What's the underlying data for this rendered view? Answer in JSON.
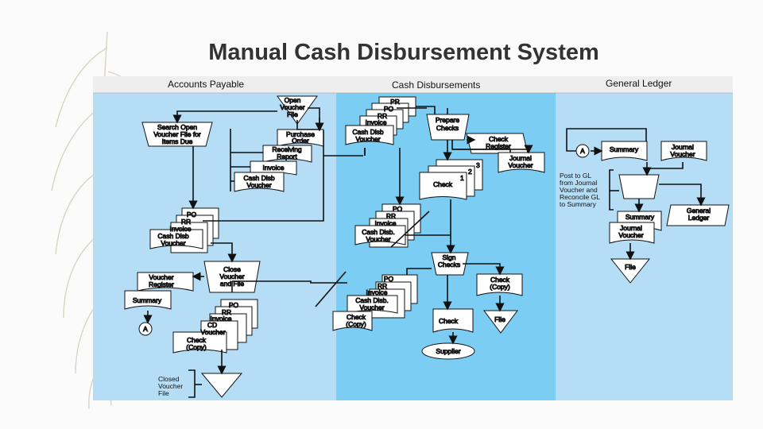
{
  "slide": {
    "title": "Manual Cash Disbursement System",
    "background": "#fbfbfb"
  },
  "flowchart": {
    "colors": {
      "accounts_payable_bg": "#b5def6",
      "cash_disbursements_bg": "#7ccdf4",
      "general_ledger_bg": "#b5def6",
      "header_bg": "#eeeeee",
      "shape_fill": "#ffffff",
      "line": "#111111"
    },
    "lanes": {
      "accounts_payable": "Accounts Payable",
      "cash_disbursements": "Cash Disbursements",
      "general_ledger": "General Ledger"
    },
    "accounts_payable": {
      "open_voucher_file": [
        "Open",
        "Voucher",
        "File"
      ],
      "search_open_voucher": [
        "Search Open",
        "Voucher File for",
        "Items Due"
      ],
      "purchase_order": [
        "Purchase",
        "Order"
      ],
      "receiving_report": [
        "Receiving",
        "Report"
      ],
      "invoice": "Invoice",
      "cash_disb_voucher": [
        "Cash Disb",
        "Voucher"
      ],
      "stack_to_cd": [
        "PO",
        "RR",
        "Invoice",
        "Cash Disb",
        "Voucher"
      ],
      "close_voucher": [
        "Close",
        "Voucher",
        "and File"
      ],
      "voucher_register": [
        "Voucher",
        "Register"
      ],
      "summary": "Summary",
      "connector_a": "A",
      "closed_stack": [
        "PO",
        "RR",
        "Invoice",
        "CD",
        "Voucher"
      ],
      "check_copy": [
        "Check",
        "(Copy)"
      ],
      "closed_voucher_file": [
        "Closed",
        "Voucher",
        "File"
      ]
    },
    "cash_disbursements": {
      "incoming_stack": [
        "PR",
        "PO",
        "RR",
        "Invoice",
        "Cash Disb",
        "Voucher"
      ],
      "prepare_checks": [
        "Prepare",
        "Checks"
      ],
      "check_register": [
        "Check",
        "Register"
      ],
      "journal_voucher": [
        "Journal",
        "Voucher"
      ],
      "check_copies": [
        "3",
        "2",
        "1",
        "Check"
      ],
      "stack_to_sign": [
        "PO",
        "RR",
        "Invoice",
        "Cash Disb.",
        "Voucher"
      ],
      "sign_checks": [
        "Sign",
        "Checks"
      ],
      "stack_returned": [
        "PO",
        "RR",
        "Invoice",
        "Cash Disb.",
        "Voucher"
      ],
      "check_copy_returned": [
        "Check",
        "(Copy)"
      ],
      "check_copy_filed": [
        "Check",
        "(Copy)"
      ],
      "file": "File",
      "check": "Check",
      "supplier": "Supplier"
    },
    "general_ledger": {
      "connector_a": "A",
      "summary": "Summary",
      "journal_voucher": [
        "Journal",
        "Voucher"
      ],
      "post_note": [
        "Post to GL",
        "from Journal",
        "Voucher and",
        "Reconcile GL",
        "to Summary"
      ],
      "general_ledger": [
        "General",
        "Ledger"
      ],
      "summary_stack": [
        "Summary",
        "Journal",
        "Voucher"
      ],
      "file": "File"
    }
  }
}
